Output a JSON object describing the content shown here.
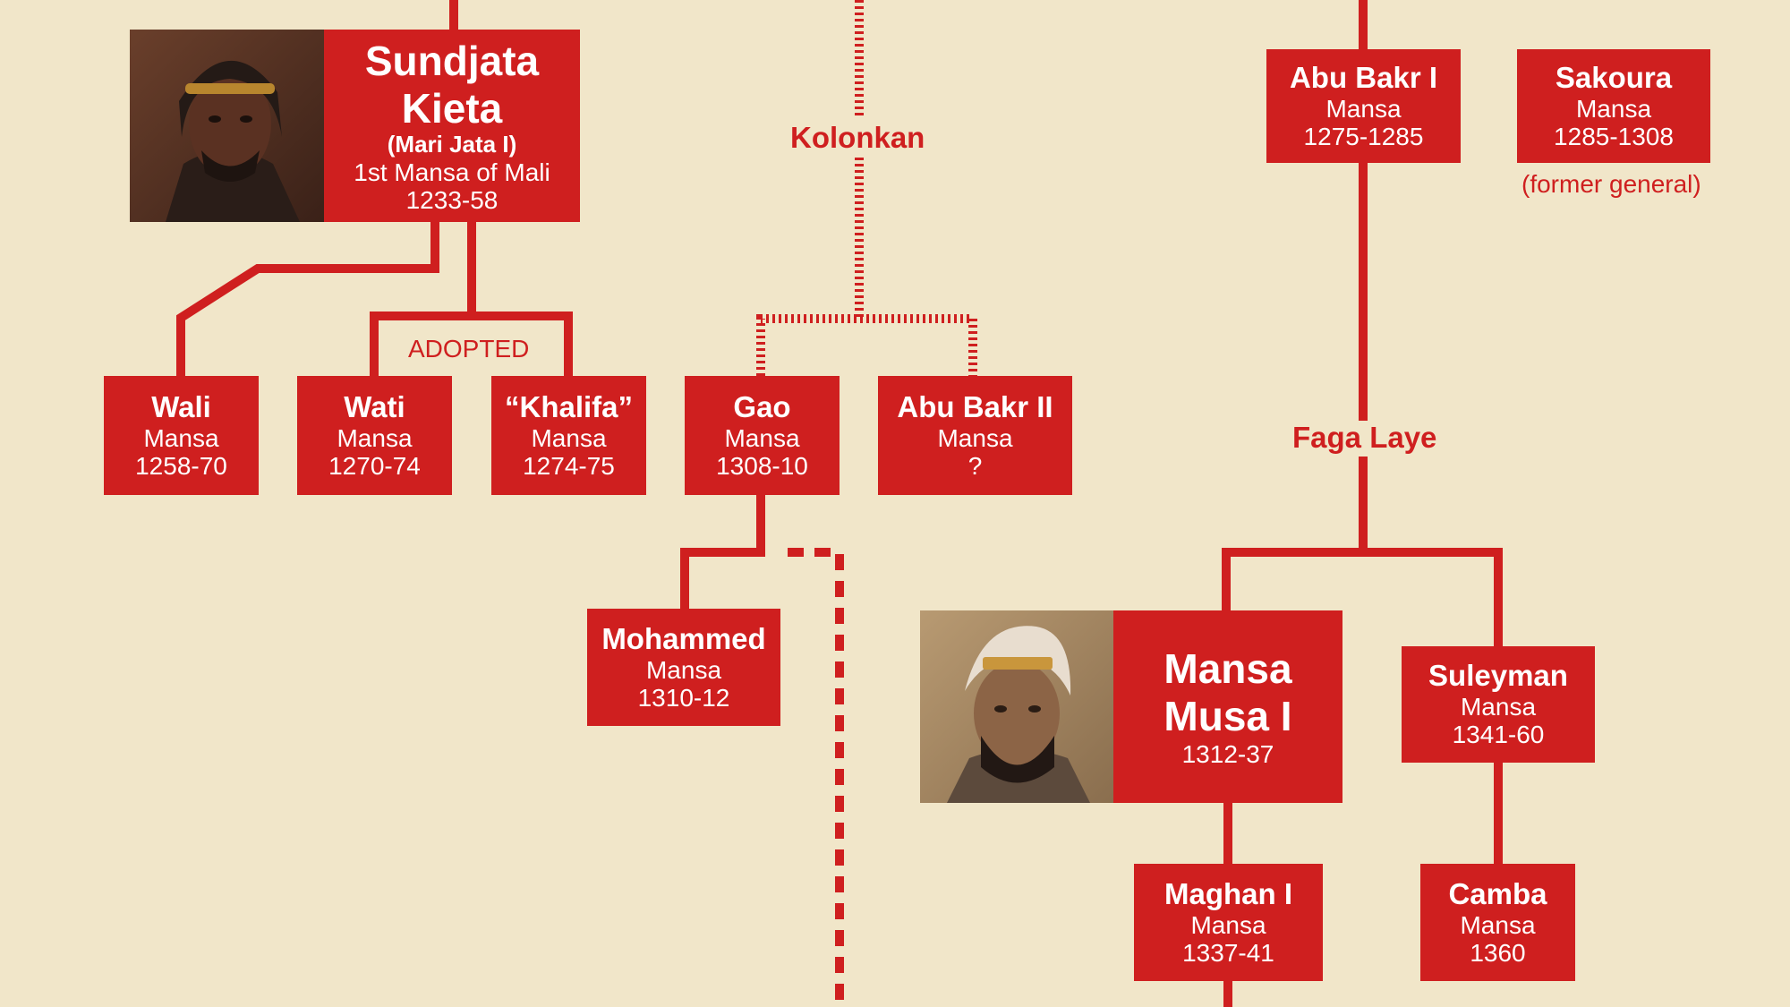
{
  "people": {
    "sundjata": {
      "name1": "Sundjata",
      "name2": "Kieta",
      "alias": "(Mari Jata I)",
      "title": "1st Mansa of Mali",
      "years": "1233-58"
    },
    "wali": {
      "name": "Wali",
      "title": "Mansa",
      "years": "1258-70"
    },
    "wati": {
      "name": "Wati",
      "title": "Mansa",
      "years": "1270-74"
    },
    "khalifa": {
      "name": "“Khalifa”",
      "title": "Mansa",
      "years": "1274-75"
    },
    "gao": {
      "name": "Gao",
      "title": "Mansa",
      "years": "1308-10"
    },
    "abubakr2": {
      "name": "Abu Bakr II",
      "title": "Mansa",
      "years": "?"
    },
    "abubakr1": {
      "name": "Abu Bakr I",
      "title": "Mansa",
      "years": "1275-1285"
    },
    "sakoura": {
      "name": "Sakoura",
      "title": "Mansa",
      "years": "1285-1308",
      "note": "(former general)"
    },
    "mohammed": {
      "name": "Mohammed",
      "title": "Mansa",
      "years": "1310-12"
    },
    "musa": {
      "name1": "Mansa",
      "name2": "Musa I",
      "years": "1312-37"
    },
    "suleyman": {
      "name": "Suleyman",
      "title": "Mansa",
      "years": "1341-60"
    },
    "maghan": {
      "name": "Maghan I",
      "title": "Mansa",
      "years": "1337-41"
    },
    "camba": {
      "name": "Camba",
      "title": "Mansa",
      "years": "1360"
    }
  },
  "labels": {
    "adopted": "ADOPTED",
    "kolonkan": "Kolonkan",
    "faga_laye": "Faga Laye"
  },
  "colors": {
    "background": "#f1e6c9",
    "box": "#cf1f1f",
    "text_on_box": "#ffffff"
  }
}
